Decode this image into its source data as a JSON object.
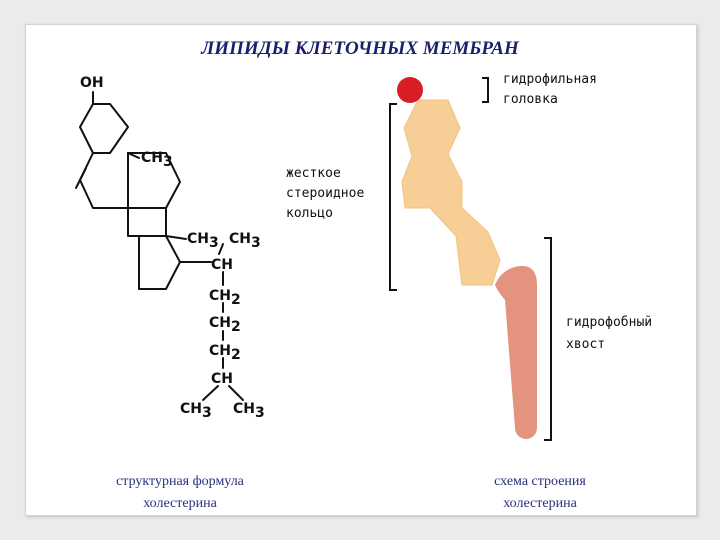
{
  "title": "ЛИПИДЫ КЛЕТОЧНЫХ МЕМБРАН",
  "formula": {
    "oh": "OH",
    "ch3_ring": "CH3",
    "ch3_a": "CH3",
    "ch3_b": "CH3",
    "ch": "CH",
    "ch2_1": "CH2",
    "ch2_2": "CH2",
    "ch2_3": "CH2",
    "ch_2": "CH",
    "ch3_c": "CH3",
    "ch3_d": "CH3"
  },
  "labels": {
    "head_1": "гидрофильная",
    "head_2": "головка",
    "ring_1": "жесткое",
    "ring_2": "стероидное",
    "ring_3": "кольцо",
    "tail_1": "гидрофобный",
    "tail_2": "хвост"
  },
  "captions": {
    "left_1": "структурная формула",
    "left_2": "холестерина",
    "right_1": "схема строения",
    "right_2": "холестерина"
  },
  "colors": {
    "head": "#d81e24",
    "ring": "#f7cf96",
    "tail": "#e4937f",
    "title": "#1a1f6b",
    "caption": "#2a2f7a"
  }
}
